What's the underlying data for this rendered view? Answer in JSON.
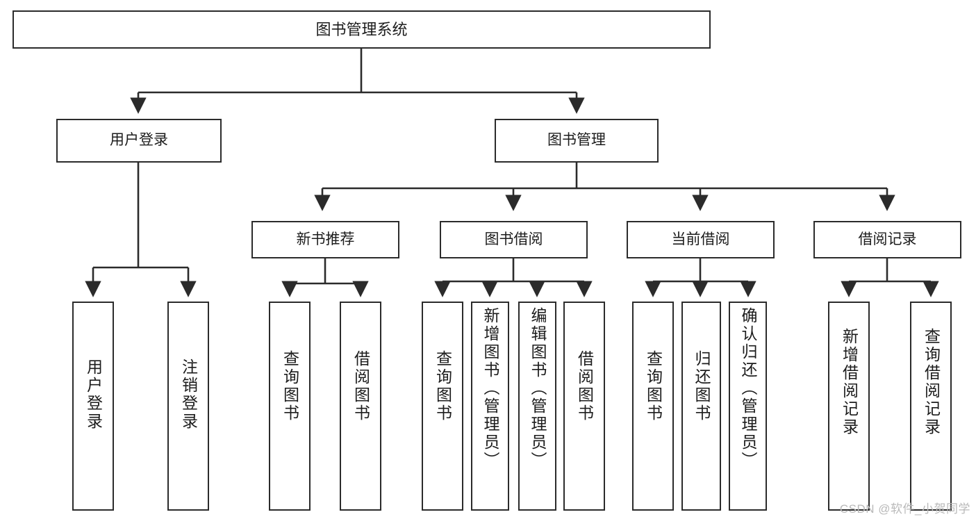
{
  "diagram": {
    "type": "tree",
    "title": "图书管理系统",
    "watermark": "CSDN @软件_小贺同学",
    "colors": {
      "stroke": "#2b2b2b",
      "fill": "#ffffff",
      "text": "#1c1c1c",
      "watermark": "#b9b9b9"
    },
    "nodes": {
      "root": {
        "label": "图书管理系统"
      },
      "level2": [
        {
          "id": "user-login",
          "label": "用户登录"
        },
        {
          "id": "book-management",
          "label": "图书管理"
        }
      ],
      "level3": [
        {
          "id": "new-book-recommend",
          "label": "新书推荐"
        },
        {
          "id": "book-borrow",
          "label": "图书借阅"
        },
        {
          "id": "current-borrow",
          "label": "当前借阅"
        },
        {
          "id": "borrow-record",
          "label": "借阅记录"
        }
      ],
      "leaves": {
        "user-login": [
          {
            "id": "leaf-user-login",
            "label": "用户登录"
          },
          {
            "id": "leaf-logout",
            "label": "注销登录"
          }
        ],
        "new-book-recommend": [
          {
            "id": "leaf-query-book-1",
            "label": "查询图书"
          },
          {
            "id": "leaf-borrow-book-1",
            "label": "借阅图书"
          }
        ],
        "book-borrow": [
          {
            "id": "leaf-query-book-2",
            "label": "查询图书"
          },
          {
            "id": "leaf-add-book",
            "label": "新增图书（管理员）"
          },
          {
            "id": "leaf-edit-book",
            "label": "编辑图书（管理员）"
          },
          {
            "id": "leaf-borrow-book-2",
            "label": "借阅图书"
          }
        ],
        "current-borrow": [
          {
            "id": "leaf-query-book-3",
            "label": "查询图书"
          },
          {
            "id": "leaf-return-book",
            "label": "归还图书"
          },
          {
            "id": "leaf-confirm-return",
            "label": "确认归还（管理员）"
          }
        ],
        "borrow-record": [
          {
            "id": "leaf-add-record",
            "label": "新增借阅记录"
          },
          {
            "id": "leaf-query-record",
            "label": "查询借阅记录"
          }
        ]
      }
    }
  }
}
